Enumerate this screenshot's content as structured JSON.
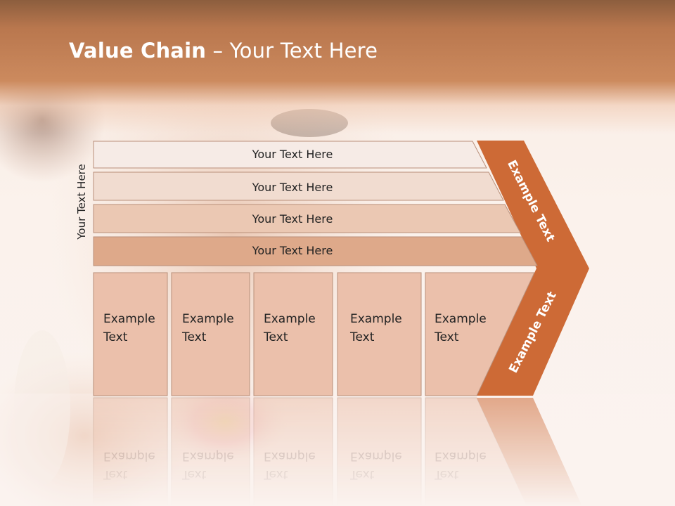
{
  "title": {
    "bold": "Value Chain",
    "rest": " – Your Text Here"
  },
  "side_label": "Your Text Here",
  "rows": [
    "Your Text Here",
    "Your Text Here",
    "Your Text Here",
    "Your Text Here"
  ],
  "columns": [
    {
      "line1": "Example",
      "line2": "Text"
    },
    {
      "line1": "Example",
      "line2": "Text"
    },
    {
      "line1": "Example",
      "line2": "Text"
    },
    {
      "line1": "Example",
      "line2": "Text"
    },
    {
      "line1": "Example",
      "line2": "Text"
    }
  ],
  "chevron_top_label": "Example Text",
  "chevron_bottom_label": "Example Text",
  "colors": {
    "header": "#c8855a",
    "chevron": "#cd6a36",
    "column_fill": "#ebc0ab",
    "row_fills": [
      "#f6ebe6",
      "#f1dcd0",
      "#ebc8b3",
      "#dea98a"
    ]
  }
}
